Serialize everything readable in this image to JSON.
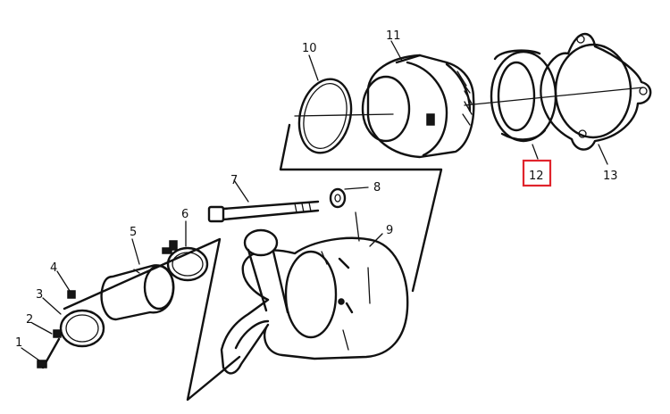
{
  "diagram": {
    "labels": [
      {
        "id": "1",
        "text": "1"
      },
      {
        "id": "2",
        "text": "2"
      },
      {
        "id": "3",
        "text": "3"
      },
      {
        "id": "4",
        "text": "4"
      },
      {
        "id": "5",
        "text": "5"
      },
      {
        "id": "6",
        "text": "6"
      },
      {
        "id": "7",
        "text": "7"
      },
      {
        "id": "8",
        "text": "8"
      },
      {
        "id": "9",
        "text": "9"
      },
      {
        "id": "10",
        "text": "10"
      },
      {
        "id": "11",
        "text": "11"
      },
      {
        "id": "12",
        "text": "12"
      },
      {
        "id": "13",
        "text": "13"
      }
    ],
    "highlight": {
      "label_id": "12",
      "color": "#e0242c"
    },
    "line_color": "#111111"
  }
}
